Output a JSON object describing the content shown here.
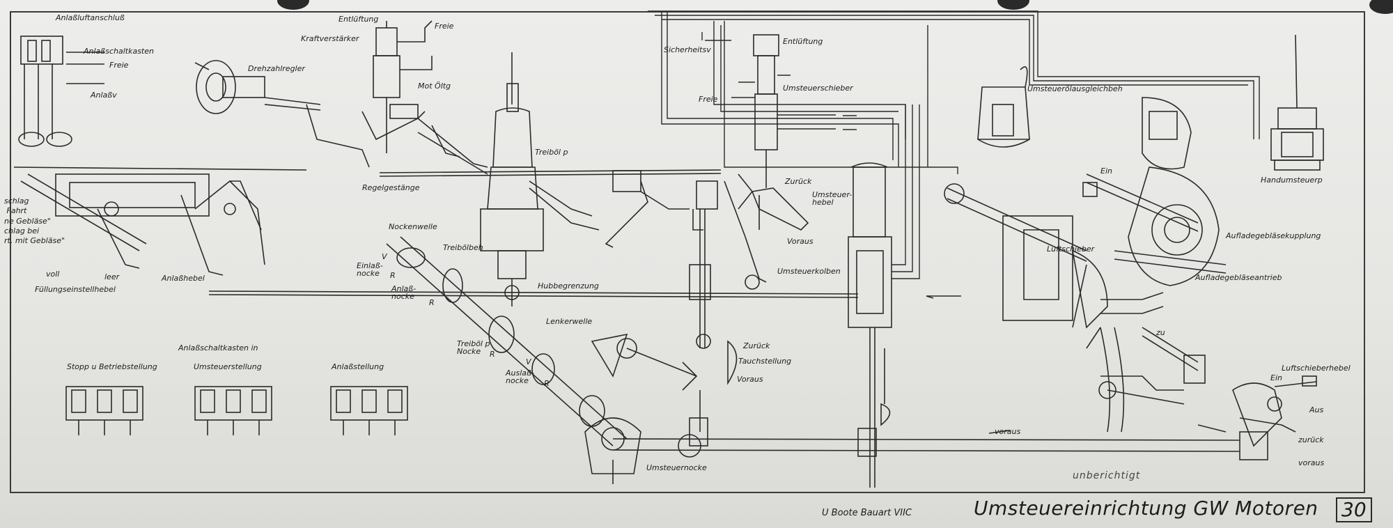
{
  "title": "Umsteuereinrichtung GW Motoren",
  "subtitle": "U Boote Bauart VIIC",
  "sheet_number": "30",
  "note": "unberichtigt",
  "labels": {
    "anlassluftanschluss": "Anlaßluftanschluß",
    "anlassschaltkasten": "Anlaßschaltkasten",
    "freie_left": "Freie",
    "anlassv": "Anlaßv",
    "drehzahlregler": "Drehzahlregler",
    "entlueftung_top": "Entlüftung",
    "kraftverstaerker": "Kraftverstärker",
    "freie_top": "Freie",
    "mot_oeltg": "Mot Öltg",
    "sicherheitsv": "Sicherheitsv",
    "entlueftung_right": "Entlüftung",
    "umsteuerschieber": "Umsteuerschieber",
    "freie_mid": "Freie",
    "umsteueroelausgleichbeh": "Umsteuerölausgleichbeh",
    "handumsteuerp": "Handumsteuerp",
    "treiboelp": "Treiböl p",
    "regelgestaenge": "Regelgestänge",
    "zurueck_top": "Zurück",
    "umsteuerhebel": "Umsteuer-\nhebel",
    "voraus_top": "Voraus",
    "ein_top": "Ein",
    "aufladegeblaesekupplung": "Aufladegebläsekupplung",
    "aufladegeblaeseantrieb": "Aufladegebläseantrieb",
    "luftschieber": "Luftschieber",
    "nockenwelle": "Nockenwelle",
    "treiboelbeh": "Treibölbeh",
    "einlassnocke": "Einlaß-\nnocke",
    "v1": "V",
    "r1": "R",
    "anlassnocke": "Anlaß-\nnocke",
    "r2": "R",
    "hubbegrenzung": "Hubbegrenzung",
    "umsteuerkolben": "Umsteuerkolben",
    "schlag_block": "schlag\n Fahrt\nne Gebläse\"\nchlag bei\nrt. mit Gebläse\"",
    "voll": "voll",
    "leer": "leer",
    "fuellungseinstellhebel": "Füllungseinstellhebel",
    "anlasshebel": "Anlaßhebel",
    "lenkerwelle": "Lenkerwelle",
    "treiboelp_nocke": "Treiböl p\nNocke",
    "r3": "R",
    "v3": "V",
    "auslassnocke": "Auslaß-\nnocke",
    "r4": "R",
    "zurueck_mid": "Zurück",
    "tauchstellung": "Tauchstellung",
    "voraus_mid": "Voraus",
    "zu": "zu",
    "luftschieberhebel": "Luftschieberhebel",
    "ein_right": "Ein",
    "aus": "Aus",
    "zurueck_right": "zurück",
    "voraus_right": "voraus",
    "voraus_bottom": "voraus",
    "umsteuernocke": "Umsteuernocke",
    "anlassschaltkasten_in": "Anlaßschaltkasten in",
    "stopp": "Stopp u Betriebstellung",
    "umsteuerstellung": "Umsteuerstellung",
    "anlassstellung": "Anlaßstellung"
  }
}
